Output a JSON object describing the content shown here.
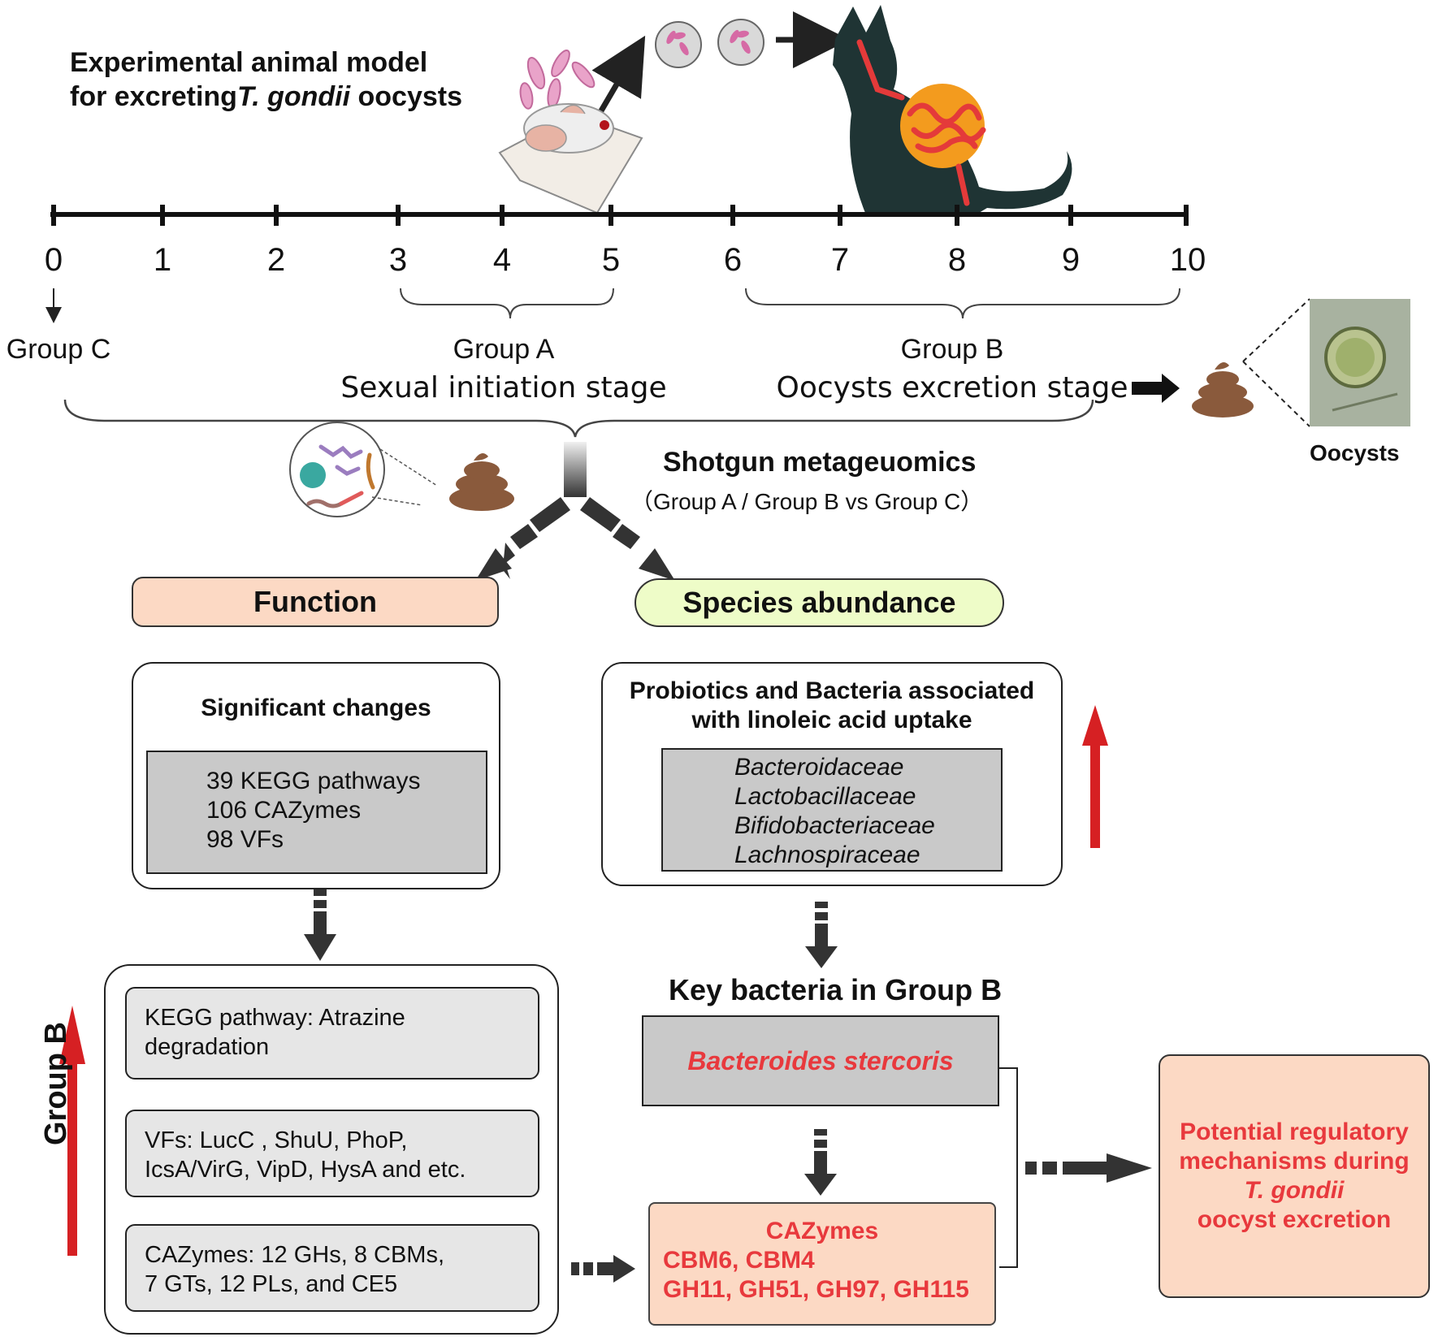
{
  "title": {
    "line1": "Experimental animal model",
    "line2_pre": "for excreting",
    "line2_em": "T. gondii",
    "line2_post": " oocysts"
  },
  "timeline": {
    "ticks": [
      "0",
      "1",
      "2",
      "3",
      "4",
      "5",
      "6",
      "7",
      "8",
      "9",
      "10"
    ]
  },
  "groups": {
    "c_label": "Group C",
    "a_label": "Group A",
    "a_stage": "Sexual initiation stage",
    "b_label": "Group B",
    "b_stage": "Oocysts excretion stage",
    "oocysts_label": "Oocysts"
  },
  "shotgun": {
    "title": "Shotgun metageuomics",
    "subtitle": "（Group A / Group B vs Group C）"
  },
  "function": {
    "header": "Function",
    "panel_title": "Significant changes",
    "items": [
      "39 KEGG pathways",
      "106 CAZymes",
      "98 VFs"
    ],
    "group_b_label": "Group B",
    "cards": [
      {
        "line1": "KEGG pathway: Atrazine",
        "line2": "degradation"
      },
      {
        "line1": "VFs: LucC , ShuU, PhoP,",
        "line2": "IcsA/VirG, VipD, HysA and etc."
      },
      {
        "line1": "CAZymes: 12 GHs, 8 CBMs,",
        "line2": "7 GTs, 12 PLs, and CE5"
      }
    ]
  },
  "species": {
    "header": "Species abundance",
    "panel_title_line1": "Probiotics and Bacteria associated",
    "panel_title_line2": "with linoleic acid uptake",
    "families": [
      "Bacteroidaceae",
      "Lactobacillaceae",
      "Bifidobacteriaceae",
      "Lachnospiraceae"
    ],
    "key_title": "Key bacteria in Group B",
    "key_species": "Bacteroides stercoris",
    "cazymes_title": "CAZymes",
    "cazymes_line1": "CBM6, CBM4",
    "cazymes_line2": "GH11, GH51, GH97, GH115"
  },
  "result": {
    "line1": "Potential regulatory",
    "line2": "mechanisms during",
    "line3_em": "T. gondii",
    "line4": "oocyst excretion"
  },
  "colors": {
    "function_fill": "#fcd9c4",
    "species_fill": "#eefcc8",
    "accent_red": "#e8393d",
    "arrow_red": "#d62023",
    "gray_box": "#c9c9c9",
    "light_gray_box": "#e6e6e6",
    "cat": "#1f3434",
    "feces": "#8a5a3c"
  }
}
